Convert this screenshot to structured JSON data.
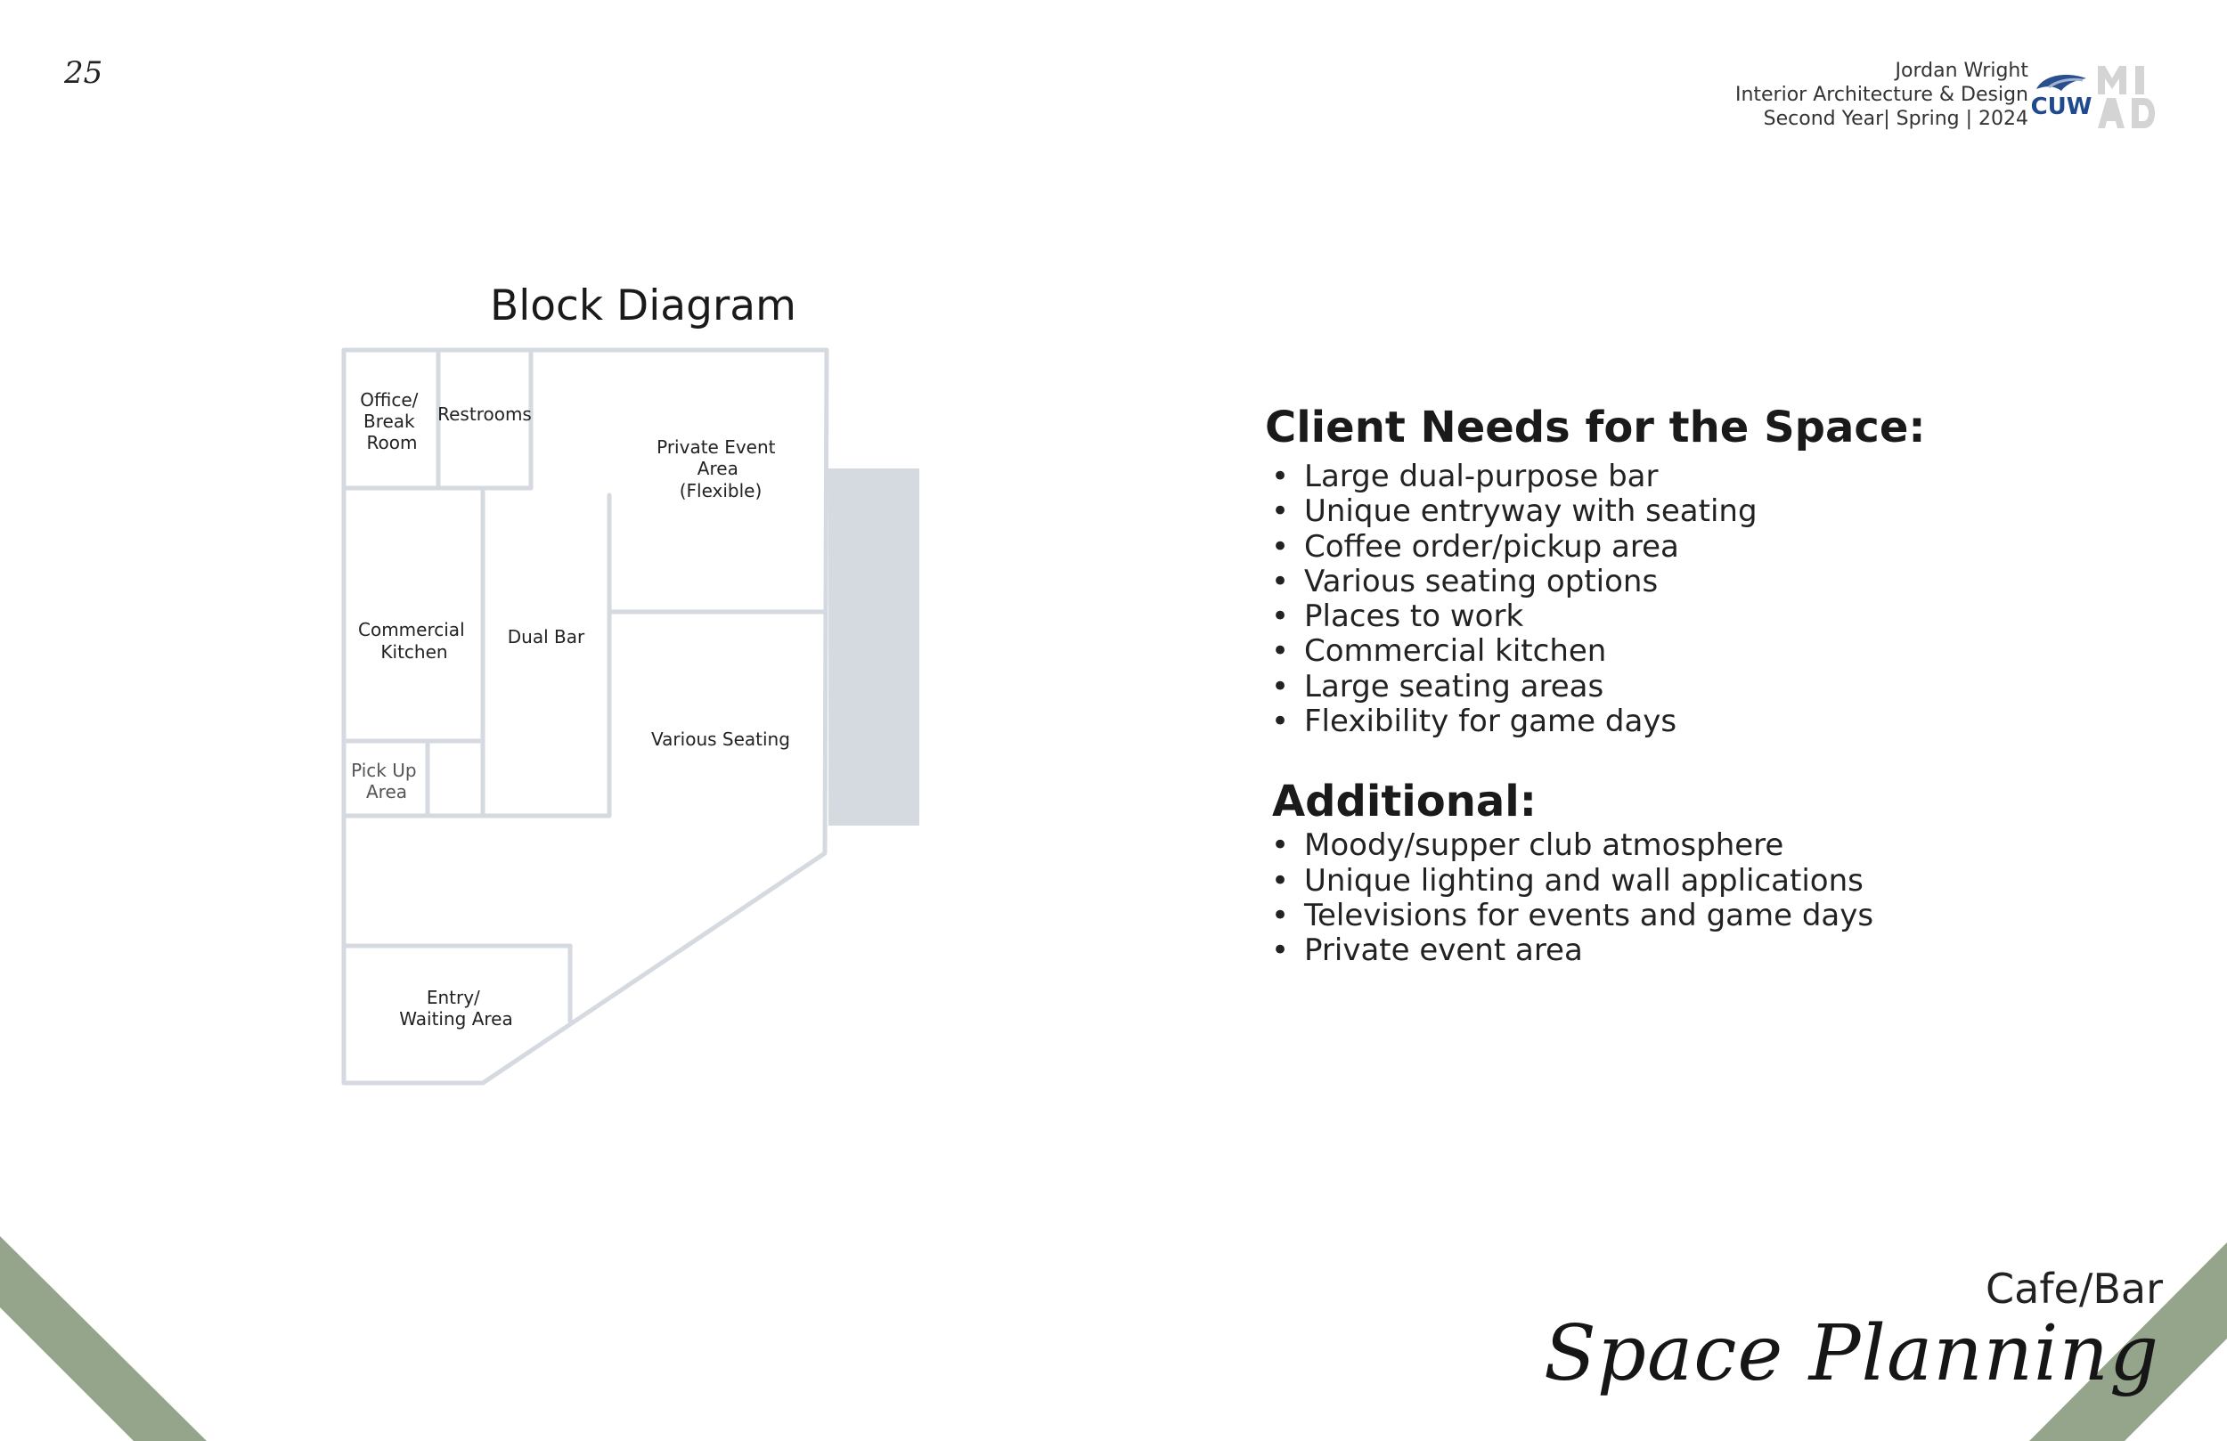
{
  "page": {
    "number": "25"
  },
  "header": {
    "author": "Jordan Wright",
    "program": "Interior Architecture & Design",
    "term": "Second Year| Spring | 2024",
    "logos": [
      "CUW",
      "MIAD"
    ]
  },
  "colors": {
    "accent_green": "#95a58b",
    "diagram_line": "#d5dae1",
    "diagram_fill": "#d5dae1",
    "text": "#1e1e1e"
  },
  "diagram": {
    "title": "Block Diagram",
    "rooms": {
      "office": [
        "Office/",
        "Break",
        "Room"
      ],
      "restrooms": "Restrooms",
      "private_event": [
        "Private Event",
        "Area",
        "(Flexible)"
      ],
      "kitchen": [
        "Commercial",
        "Kitchen"
      ],
      "dual_bar": "Dual Bar",
      "various_seating": "Various Seating",
      "pickup": [
        "Pick Up",
        "Area"
      ],
      "entry": [
        "Entry/",
        "Waiting Area"
      ]
    }
  },
  "client_needs": {
    "heading": "Client Needs for the Space:",
    "items": [
      "Large dual-purpose bar",
      "Unique entryway with seating",
      "Coffee order/pickup area",
      "Various seating options",
      "Places to work",
      "Commercial kitchen",
      "Large seating areas",
      "Flexibility for game days"
    ]
  },
  "additional": {
    "heading": "Additional:",
    "items": [
      "Moody/supper club atmosphere",
      "Unique lighting and wall applications",
      "Televisions for events and game days",
      "Private event area"
    ]
  },
  "footer": {
    "subtitle": "Cafe/Bar",
    "title": "Space Planning"
  }
}
